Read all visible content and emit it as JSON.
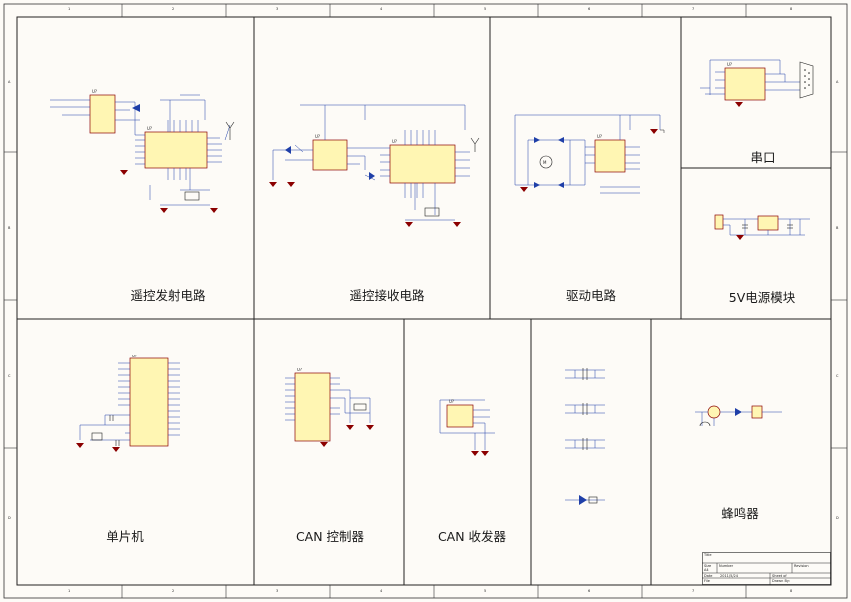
{
  "sheet": {
    "column_ticks": [
      "1",
      "2",
      "3",
      "4",
      "5",
      "6",
      "7",
      "8"
    ],
    "row_ticks": [
      "A",
      "B",
      "C",
      "D"
    ]
  },
  "blocks": {
    "remote_tx": "遥控发射电路",
    "remote_rx": "遥控接收电路",
    "drive": "驱动电路",
    "uart": "串口",
    "power": "5V电源模块",
    "mcu": "单片机",
    "can_ctrl": "CAN 控制器",
    "can_xcvr": "CAN 收发器",
    "buzzer": "蜂鸣器"
  },
  "title_block": {
    "title": "Title",
    "size": "Size",
    "size_value": "A4",
    "number": "Number",
    "revision": "Revision",
    "date": "Date",
    "date_value": "2011/5/24",
    "file": "File",
    "sheet_of": "Sheet   of",
    "drawn_by": "Drawn By:"
  },
  "colors": {
    "ink": "#1a1a1a",
    "component_fill": "#fff6b3",
    "power_red": "#8b0000",
    "wire_blue": "#1f3fa8"
  }
}
